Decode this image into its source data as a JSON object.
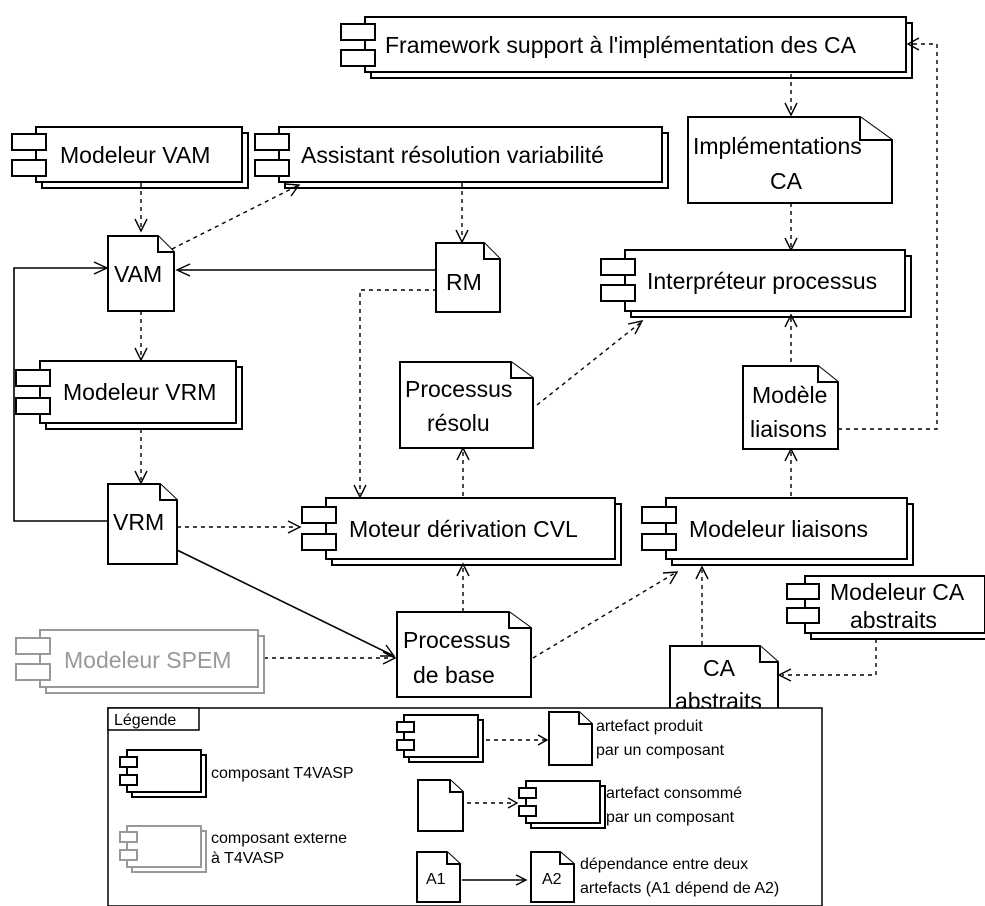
{
  "components": {
    "framework": "Framework support à l'implémentation des CA",
    "modeleur_vam": "Modeleur VAM",
    "assistant": "Assistant résolution variabilité",
    "interpreteur": "Interpréteur processus",
    "modeleur_vrm": "Modeleur VRM",
    "moteur": "Moteur dérivation CVL",
    "modeleur_liaisons": "Modeleur liaisons",
    "modeleur_ca_l1": "Modeleur CA",
    "modeleur_ca_l2": "abstraits",
    "modeleur_spem": "Modeleur SPEM"
  },
  "artifacts": {
    "implementations_l1": "Implémentations",
    "implementations_l2": "CA",
    "vam": "VAM",
    "rm": "RM",
    "processus_resolu_l1": "Processus",
    "processus_resolu_l2": "résolu",
    "modele_liaisons_l1": "Modèle",
    "modele_liaisons_l2": "liaisons",
    "vrm": "VRM",
    "processus_base_l1": "Processus",
    "processus_base_l2": "de base",
    "ca_abstraits_l1": "CA",
    "ca_abstraits_l2": "abstraits"
  },
  "legend": {
    "title": "Légende",
    "composant": "composant T4VASP",
    "externe_l1": "composant externe",
    "externe_l2": "à T4VASP",
    "produit_l1": "artefact produit",
    "produit_l2": "par un composant",
    "consomme_l1": "artefact consommé",
    "consomme_l2": "par un composant",
    "a1": "A1",
    "a2": "A2",
    "dependance_l1": "dépendance entre deux",
    "dependance_l2": "artefacts (A1 dépend de A2)"
  }
}
